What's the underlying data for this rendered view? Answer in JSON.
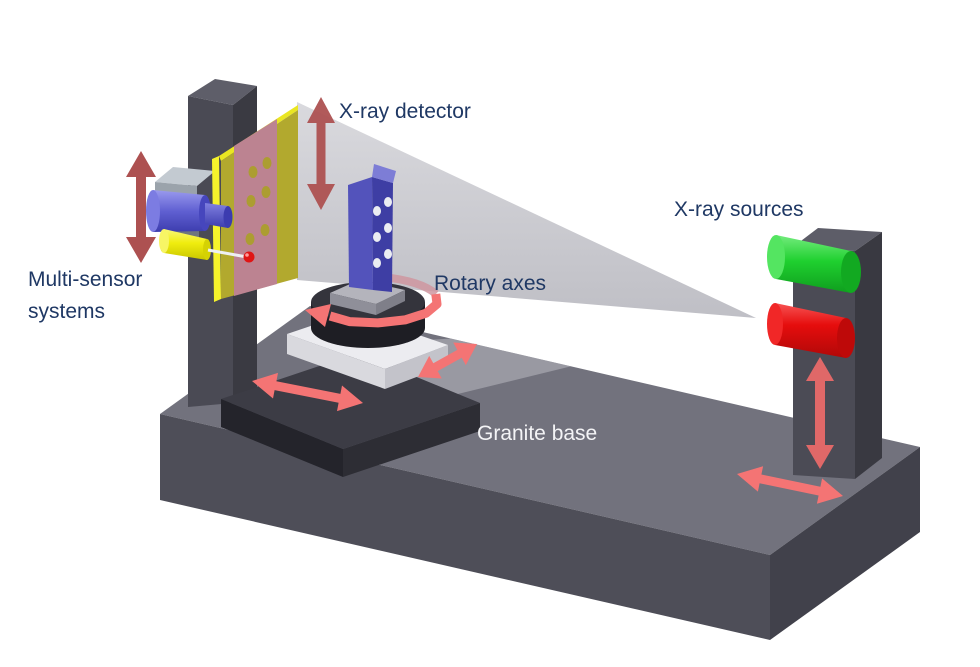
{
  "labels": {
    "xray_detector": "X-ray detector",
    "multi_sensor_line1": "Multi-sensor",
    "multi_sensor_line2": "systems",
    "rotary_axes": "Rotary axes",
    "xray_sources": "X-ray sources",
    "granite_base": "Granite base"
  },
  "colors": {
    "label_text_navy": "#1f3864",
    "granite_label_text": "#f4f4f6",
    "arrow_salmon": "#f47474",
    "arrow_dark_red": "#ad5151",
    "arrow_source_column": "#e06868",
    "source_green": "#1fd02f",
    "source_red": "#e60d0d",
    "detector_panel_olive": "#b2a92e",
    "detector_edge_yellow": "#f6f32b",
    "beam_band_pink": "#bc8391",
    "beam_gray": "#b9b9c1",
    "granite_gray_top": "#72727d",
    "workpiece_blue": "#4444ae",
    "probe_yellow": "#f0ed0e",
    "camera_blue": "#6464d8",
    "stylus_ball_red": "#e01414",
    "rotary_arrow_back_rose": "#cf97a0"
  }
}
